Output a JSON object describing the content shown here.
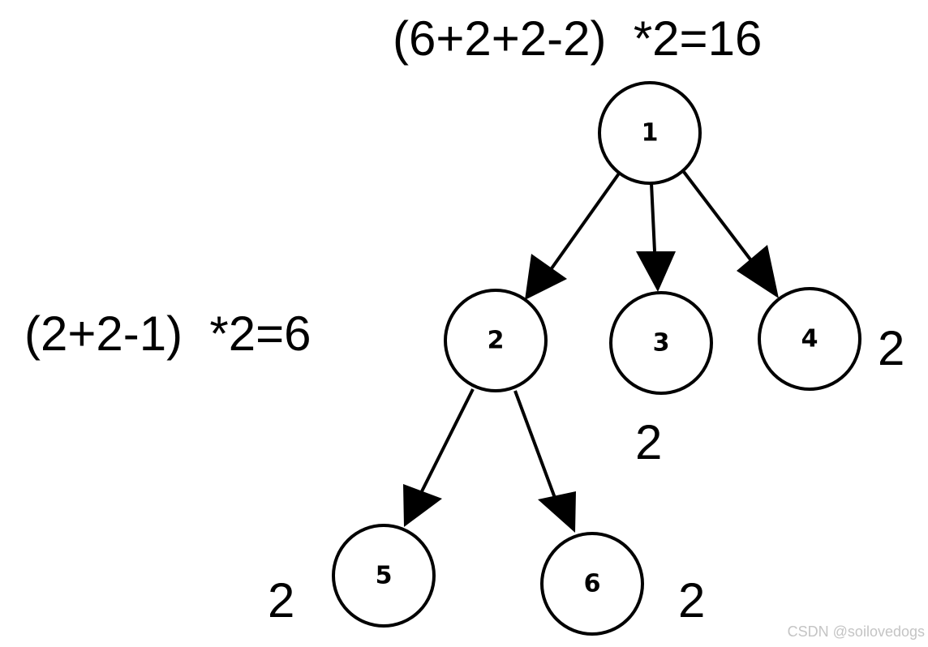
{
  "nodes": [
    {
      "id": "1",
      "label": "1"
    },
    {
      "id": "2",
      "label": "2"
    },
    {
      "id": "3",
      "label": "3"
    },
    {
      "id": "4",
      "label": "4"
    },
    {
      "id": "5",
      "label": "5"
    },
    {
      "id": "6",
      "label": "6"
    }
  ],
  "edges": [
    {
      "from": "1",
      "to": "2"
    },
    {
      "from": "1",
      "to": "3"
    },
    {
      "from": "1",
      "to": "4"
    },
    {
      "from": "2",
      "to": "5"
    },
    {
      "from": "2",
      "to": "6"
    }
  ],
  "annotations": {
    "root_formula": "(6+2+2-2)  *2=16",
    "node2_formula": "(2+2-1)  *2=6",
    "node3_value": "2",
    "node4_value": "2",
    "node5_value": "2",
    "node6_value": "2"
  },
  "watermark": "CSDN @soilovedogs"
}
